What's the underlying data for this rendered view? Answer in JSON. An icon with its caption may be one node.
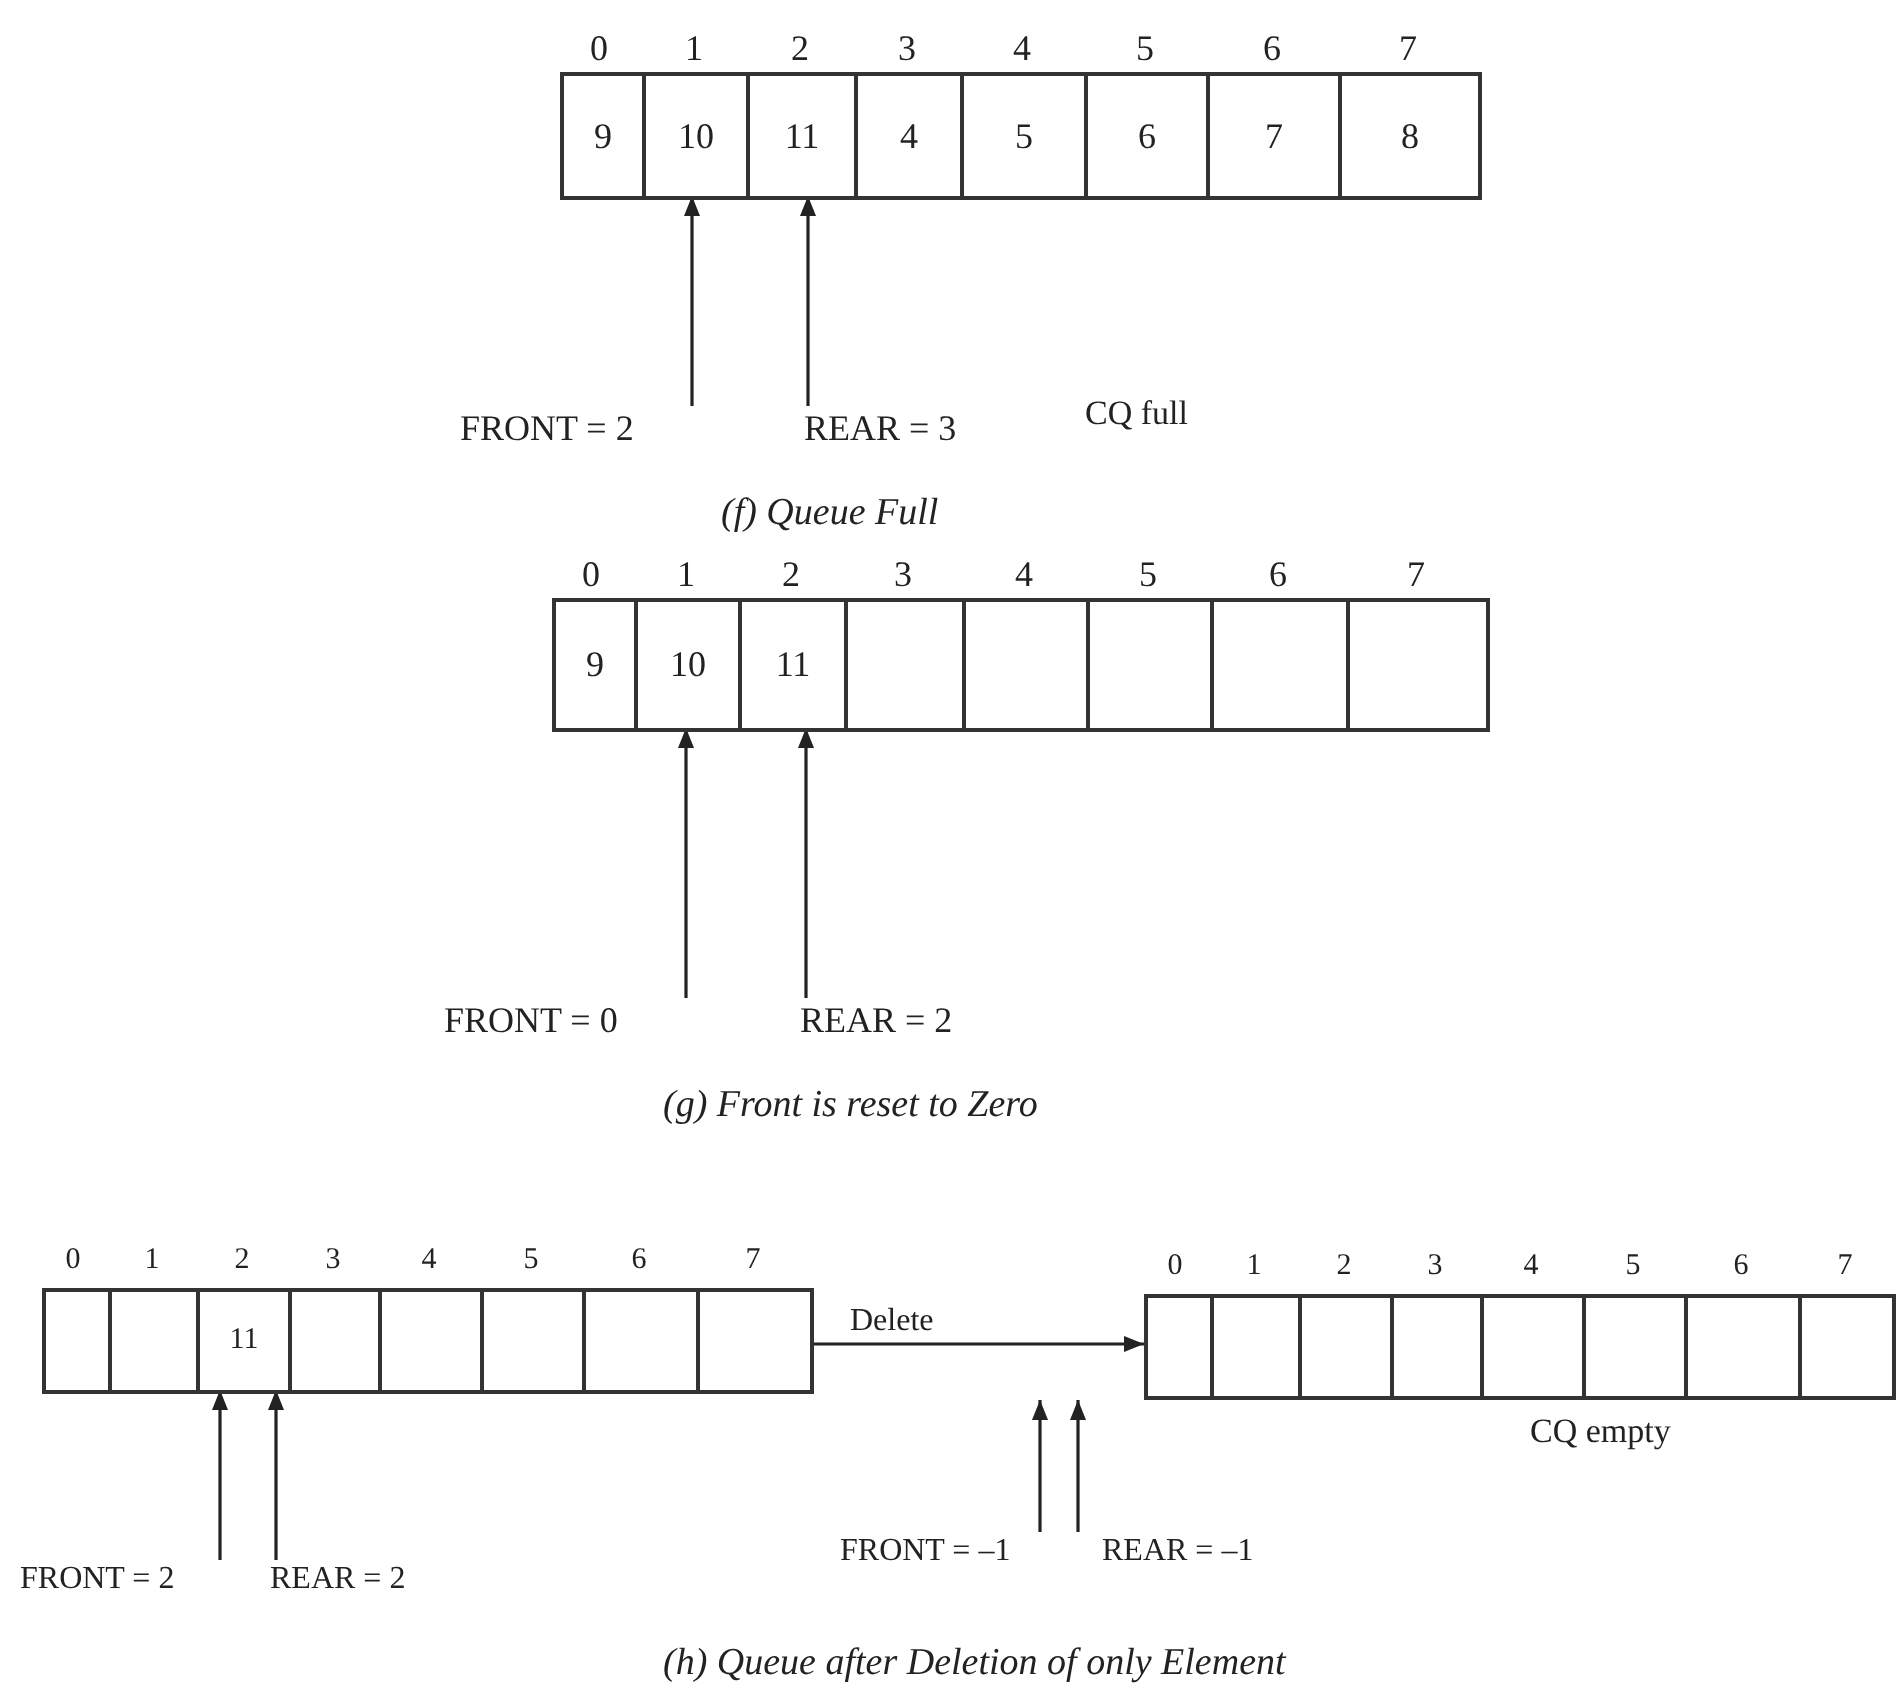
{
  "diagram": {
    "nodes": [
      {
        "text": [],
        "shape": "bar"
      },
      {
        "text": [
          "9"
        ],
        "in": 0,
        "beside": [
          "0"
        ]
      },
      {
        "text": [
          "10"
        ],
        "in": 0,
        "beside": [
          "1"
        ]
      },
      {
        "text": [
          "11"
        ],
        "in": 0,
        "beside": [
          "2"
        ]
      },
      {
        "text": [
          "4"
        ],
        "in": 0,
        "beside": [
          "3"
        ]
      },
      {
        "text": [
          "5"
        ],
        "in": 0,
        "beside": [
          "4"
        ]
      },
      {
        "text": [
          "6"
        ],
        "in": 0,
        "beside": [
          "5"
        ]
      },
      {
        "text": [
          "7"
        ],
        "in": 0,
        "beside": [
          "6"
        ]
      },
      {
        "text": [
          "8"
        ],
        "in": 0,
        "beside": [
          "7"
        ]
      },
      {
        "text": [
          "FRONT = 2"
        ]
      },
      {
        "text": [
          "REAR = 3"
        ]
      },
      {
        "text": [],
        "shape": "bar"
      },
      {
        "text": [
          "9"
        ],
        "in": 11,
        "beside": [
          "0"
        ]
      },
      {
        "text": [
          "10"
        ],
        "in": 11,
        "beside": [
          "1"
        ]
      },
      {
        "text": [
          "11"
        ],
        "in": 11,
        "beside": [
          "2"
        ]
      },
      {
        "text": [],
        "shape": "box",
        "in": 11,
        "beside": [
          "3"
        ]
      },
      {
        "text": [],
        "shape": "box",
        "in": 11,
        "beside": [
          "4"
        ]
      },
      {
        "text": [],
        "shape": "box",
        "in": 11,
        "beside": [
          "5"
        ]
      },
      {
        "text": [],
        "shape": "box",
        "in": 11,
        "beside": [
          "6"
        ]
      },
      {
        "text": [],
        "shape": "box",
        "in": 11,
        "beside": [
          "7"
        ]
      },
      {
        "text": [
          "FRONT = 0"
        ]
      },
      {
        "text": [
          "REAR = 2"
        ]
      },
      {
        "text": [],
        "shape": "bar"
      },
      {
        "text": [],
        "shape": "box",
        "in": 22,
        "beside": [
          "0"
        ]
      },
      {
        "text": [],
        "shape": "box",
        "in": 22,
        "beside": [
          "1"
        ]
      },
      {
        "text": [
          "11"
        ],
        "in": 22,
        "beside": [
          "2"
        ]
      },
      {
        "text": [],
        "shape": "box",
        "in": 22,
        "beside": [
          "3"
        ]
      },
      {
        "text": [],
        "shape": "box",
        "in": 22,
        "beside": [
          "4"
        ]
      },
      {
        "text": [],
        "shape": "box",
        "in": 22,
        "beside": [
          "5"
        ]
      },
      {
        "text": [],
        "shape": "box",
        "in": 22,
        "beside": [
          "6"
        ]
      },
      {
        "text": [],
        "shape": "box",
        "in": 22,
        "beside": [
          "7"
        ]
      },
      {
        "text": [],
        "shape": "bar"
      },
      {
        "text": [],
        "shape": "box",
        "in": 31,
        "beside": [
          "0"
        ]
      },
      {
        "text": [],
        "shape": "box",
        "in": 31,
        "beside": [
          "1"
        ]
      },
      {
        "text": [],
        "shape": "box",
        "in": 31,
        "beside": [
          "2"
        ]
      },
      {
        "text": [],
        "shape": "box",
        "in": 31,
        "beside": [
          "3"
        ]
      },
      {
        "text": [],
        "shape": "box",
        "in": 31,
        "beside": [
          "4"
        ]
      },
      {
        "text": [],
        "shape": "box",
        "in": 31,
        "beside": [
          "5"
        ]
      },
      {
        "text": [],
        "shape": "box",
        "in": 31,
        "beside": [
          "6"
        ]
      },
      {
        "text": [],
        "shape": "box",
        "in": 31,
        "beside": [
          "7"
        ]
      },
      {
        "text": [
          "FRONT = 2"
        ]
      },
      {
        "text": [
          "REAR = 2"
        ]
      },
      {
        "text": [
          "FRONT = –1"
        ]
      },
      {
        "text": [
          "REAR = –1"
        ]
      }
    ],
    "edges": [
      {
        "from": 9,
        "to": 2,
        "arrow": "to"
      },
      {
        "from": 10,
        "to": 3,
        "arrow": "to"
      },
      {
        "from": 20,
        "to": 13,
        "arrow": "to"
      },
      {
        "from": 21,
        "to": 14,
        "arrow": "to"
      },
      {
        "from": 40,
        "to": 25,
        "arrow": "to"
      },
      {
        "from": 41,
        "to": 25,
        "arrow": "to"
      },
      {
        "from": 42,
        "to": null,
        "arrow": "to"
      },
      {
        "from": 43,
        "to": null,
        "arrow": "to"
      },
      {
        "from": 22,
        "to": 31,
        "arrow": "to",
        "label": "Delete"
      }
    ],
    "labels": [
      "CQ full",
      "(f) Queue Full",
      "(g) Front is reset to Zero",
      "CQ empty",
      "(h) Queue after Deletion of only Element"
    ]
  }
}
